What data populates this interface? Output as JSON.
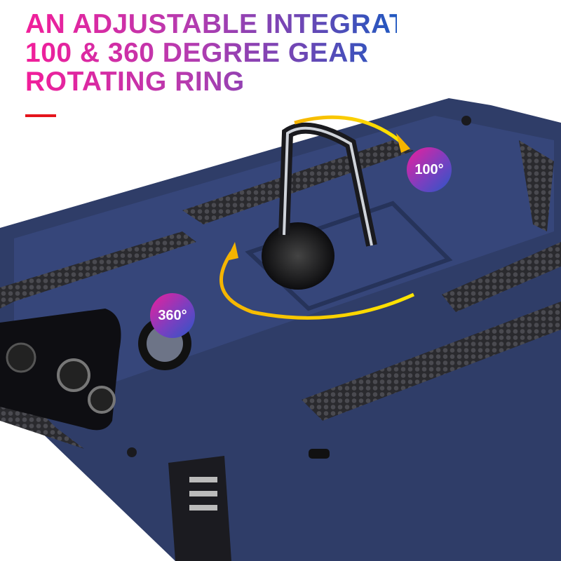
{
  "headline": {
    "line1": "AN ADJUSTABLE INTEGRATED",
    "line2": "100 & 360 DEGREE GEAR",
    "line3": "ROTATING RING"
  },
  "badges": {
    "rotation_small": "100°",
    "rotation_full": "360°"
  },
  "colors": {
    "case_navy": "#2f3d68",
    "accent_red": "#e5141c",
    "arrow_gold": "#f5b400"
  }
}
